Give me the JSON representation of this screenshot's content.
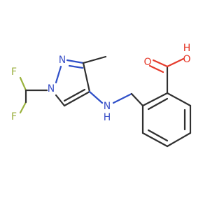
{
  "molecule": {
    "atoms": {
      "f_top": "F",
      "f_bottom": "F",
      "n1": "N",
      "n2": "N",
      "nh_n": "N",
      "nh_h": "H",
      "o_carbonyl": "O",
      "o_hydroxyl": "O",
      "oh_h": "H"
    },
    "colors": {
      "carbon_bond": "#303030",
      "nitrogen": "#3a50c7",
      "oxygen": "#e53b2c",
      "fluorine": "#98ad3a"
    }
  }
}
